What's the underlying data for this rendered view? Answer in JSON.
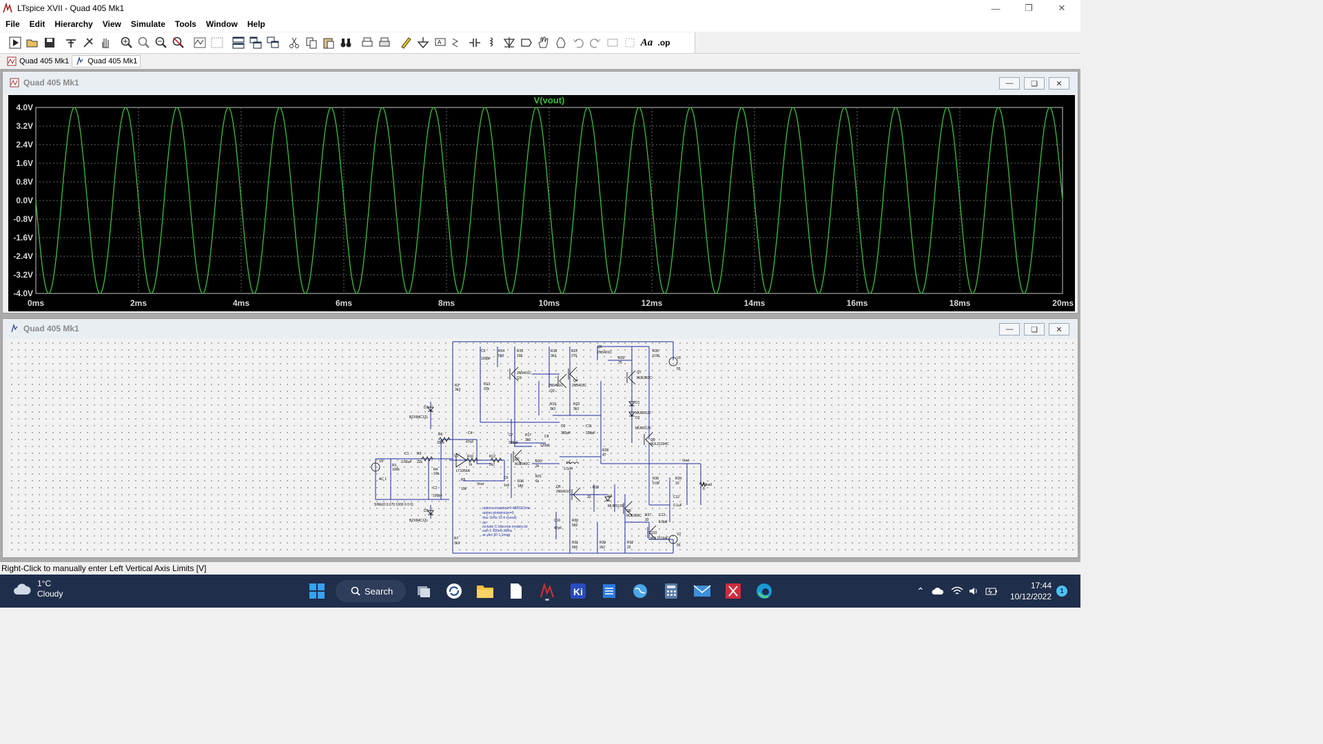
{
  "window": {
    "title": "LTspice XVII - Quad 405 Mk1"
  },
  "menu": [
    {
      "label": "File"
    },
    {
      "label": "Edit"
    },
    {
      "label": "Hierarchy"
    },
    {
      "label": "View"
    },
    {
      "label": "Simulate"
    },
    {
      "label": "Tools"
    },
    {
      "label": "Window"
    },
    {
      "label": "Help"
    }
  ],
  "toolbar": {
    "buttons": [
      "run",
      "open",
      "save",
      "control-panel",
      "halt",
      "pan",
      "zoom-in",
      "zoom-to-fit",
      "zoom-out",
      "cancel-zoom",
      "autorange",
      "mark-unmark",
      "tile-horizontal",
      "tile-vertical",
      "cascade",
      "cut",
      "copy",
      "paste",
      "find",
      "print",
      "print-setup",
      "draw-wire",
      "ground",
      "label-net",
      "resistor",
      "capacitor",
      "inductor",
      "diode",
      "component",
      "move",
      "drag",
      "undo",
      "redo",
      "rotate",
      "mirror",
      "text",
      "spice-directive"
    ],
    "text_button_label": "Aa",
    "op_button_label": ".op"
  },
  "tabs": [
    {
      "label": "Quad 405 Mk1",
      "icon": "waveform-icon"
    },
    {
      "label": "Quad 405 Mk1",
      "icon": "schematic-icon",
      "active": true
    }
  ],
  "plot_window": {
    "title": "Quad 405 Mk1",
    "trace_label": "V(vout)",
    "trace_color": "#3fbe3f",
    "chart_data": {
      "type": "line",
      "title": "",
      "series": [
        {
          "name": "V(vout)",
          "color": "#3fbe3f",
          "waveform": "sine",
          "amplitude": 4.0,
          "offset": 0.0,
          "frequency_hz": 1000
        }
      ],
      "xlim": [
        0,
        20
      ],
      "xunit": "ms",
      "ylim": [
        -4.0,
        4.0
      ],
      "xticks": [
        "0ms",
        "2ms",
        "4ms",
        "6ms",
        "8ms",
        "10ms",
        "12ms",
        "14ms",
        "16ms",
        "18ms",
        "20ms"
      ],
      "yticks": [
        "4.0V",
        "3.2V",
        "2.4V",
        "1.6V",
        "0.8V",
        "0.0V",
        "-0.8V",
        "-1.6V",
        "-2.4V",
        "-3.2V",
        "-4.0V"
      ],
      "grid": true
    }
  },
  "schematic_window": {
    "title": "Quad 405 Mk1",
    "labels": {
      "v5": "V5",
      "ac1": "AC 1",
      "sine": "SINE(0 0.070 1000 0 0 0)",
      "r1": "R1",
      "r1v": "100k",
      "c1": "C1",
      "c1v": "0.68uF",
      "r3": "R3",
      "r3v": "22k",
      "r6": "R6",
      "r6v": "330k",
      "c4": "C4",
      "c4v": "47nF",
      "u1": "U1",
      "u1v": "LT1056A",
      "r10": "R10",
      "r10v": "1k",
      "r12": "R12",
      "r12v": "2k2",
      "r4": "R4",
      "r4v": "10k",
      "c2": "C2",
      "c2v": "100pF",
      "r5": "R5",
      "r5v": "10k",
      "vout": "Vout",
      "r2": "R2",
      "r2v": "3k3",
      "d3": "D3",
      "d3v": "BZX84C12L",
      "d5": "D5",
      "d5v": "BZX84C12L",
      "r7": "R7",
      "r7v": "3k3",
      "c5": "C5",
      "c5v": "100pF",
      "r14": "R14",
      "r14v": "560",
      "r15": "R15",
      "r15v": "100",
      "r13": "R13",
      "r13v": "22k",
      "q1": "Q1",
      "q1v": "2N5401C",
      "r18": "R18",
      "r18v": "3k3",
      "r22": "R22",
      "r22v": "270",
      "q5": "Q5",
      "q5v": "2N5401C",
      "r26": "R26",
      "r26v": "75",
      "r35": "R35",
      "r35v": "0.08",
      "v1": "V1",
      "v1v": "55",
      "q3": "Q3",
      "q3v": "2N5401C",
      "q4": "Q4",
      "q4v": "2N5401C",
      "q7": "Q7",
      "q7v": "MJE350C",
      "r19": "R19",
      "r19v": "3k3",
      "r23": "R23",
      "r23v": "3k3",
      "d1": "D1",
      "d1v": "MUR5120",
      "d2": "D2",
      "d2v": "MUR5120",
      "c7": "C7",
      "c7v": "330pF",
      "r17": "R17",
      "r17v": "3k3",
      "c9": "C9",
      "c9v": "330pF",
      "c11": "C11",
      "c11v": "330pF",
      "c8": "C8",
      "c8v": "120pF",
      "q9": "Q9",
      "q9v": "MJL21194C",
      "r38": "R38",
      "r38v": "47",
      "q2": "Q2",
      "q2v": "MJE340C",
      "r20": "R20",
      "r20v": "1k",
      "l1": "L1",
      "l1v": "2.5uH",
      "r21": "R21",
      "r21v": "1k",
      "c6": "C6",
      "c6v": "1nF",
      "r16": "R16",
      "r16v": "180",
      "q6": "Q6",
      "q6v": "2N5401C",
      "r28": "R28",
      "r28v": "33",
      "d4": "D4",
      "d4v": "MUR5120",
      "q8": "Q8",
      "q8v": "MJE350C",
      "r36": "R36",
      "r36v": "0.08",
      "r39": "R39",
      "r39v": "10",
      "c12": "C12",
      "c12v": "0.1uF",
      "rload": "Rload",
      "rloadv": "8",
      "r37": "R37",
      "r37v": "33",
      "c13": "C13",
      "c13v": "6.8pF",
      "q10": "Q10",
      "q10v": "MJL21194C",
      "v2": "V2",
      "v2v": "55",
      "c10": "C10",
      "c10v": "47pF",
      "r30": "R30",
      "r30v": "560",
      "r31": "R31",
      "r31v": "560",
      "r29": "R29",
      "r29v": "2k2",
      "r32": "R32",
      "r32v": "22",
      "vout2": "Vout",
      "dir1": ".options maxstep=0.4883115ms",
      "dir2": ".option plotwinsize=0",
      "dir3": ".four 1kHz 10 4 v(vout)",
      "dir4": ".op",
      "dir5": ".include C:\\discrete models.txt",
      "dir6": ".tran 0 100ms 80ms",
      "dir7": ".ac dec 50 1 1meg"
    }
  },
  "status_bar": "Right-Click to manually enter Left Vertical Axis Limits [V]",
  "taskbar": {
    "weather_temp": "1°C",
    "weather_desc": "Cloudy",
    "search_label": "Search",
    "time": "17:44",
    "date": "10/12/2022",
    "notification_count": "1"
  }
}
